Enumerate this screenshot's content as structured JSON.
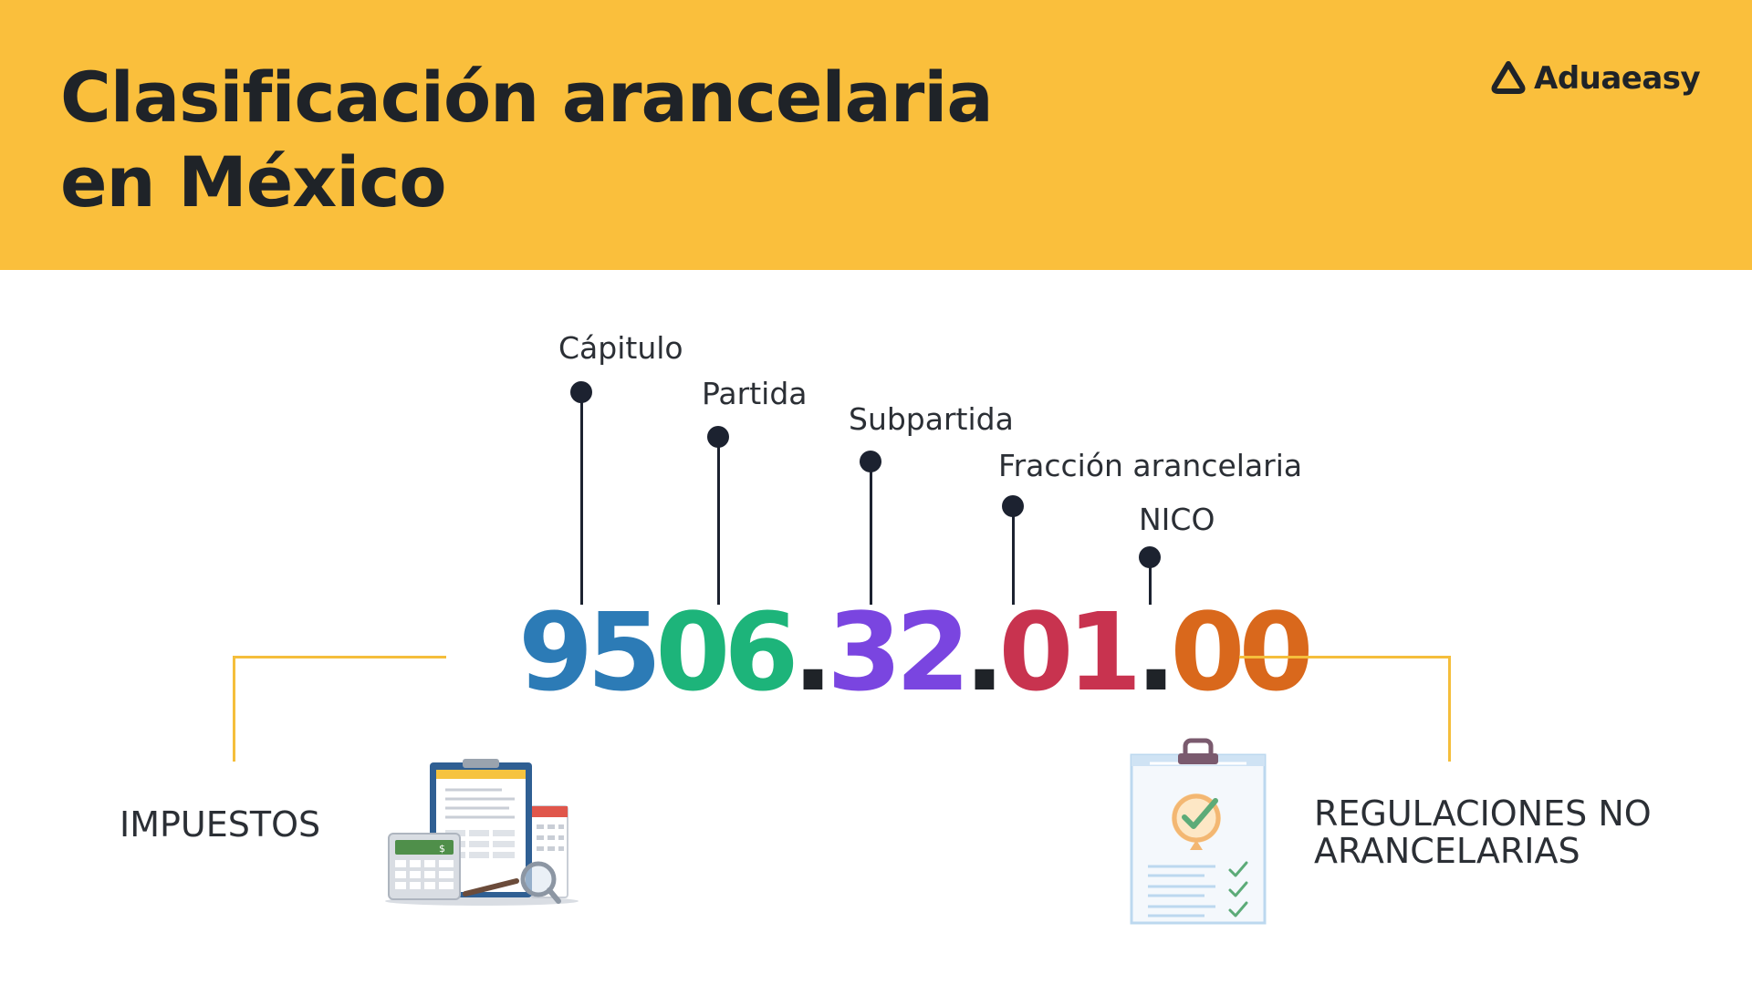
{
  "header": {
    "title_line1": "Clasificación arancelaria",
    "title_line2": "en México",
    "brand": "Aduaeasy",
    "background": "#FABF3C"
  },
  "levels": [
    {
      "label": "Cápitulo"
    },
    {
      "label": "Partida"
    },
    {
      "label": "Subpartida"
    },
    {
      "label": "Fracción arancelaria"
    },
    {
      "label": "NICO"
    }
  ],
  "code": {
    "segments": [
      {
        "text": "95",
        "color": "#2C7BB6"
      },
      {
        "text": "06",
        "color": "#1DB47A"
      },
      {
        "text": ".",
        "color": "#1f2328"
      },
      {
        "text": "32",
        "color": "#7A45E0"
      },
      {
        "text": ".",
        "color": "#1f2328"
      },
      {
        "text": "01",
        "color": "#C8334F"
      },
      {
        "text": ".",
        "color": "#1f2328"
      },
      {
        "text": "00",
        "color": "#D9681C"
      }
    ]
  },
  "left": {
    "label": "IMPUESTOS",
    "icon": "tax-documents-calculator-icon"
  },
  "right": {
    "label_line1": "REGULACIONES NO",
    "label_line2": "ARANCELARIAS",
    "icon": "checklist-clipboard-icon"
  },
  "accent": "#F5BE3B"
}
